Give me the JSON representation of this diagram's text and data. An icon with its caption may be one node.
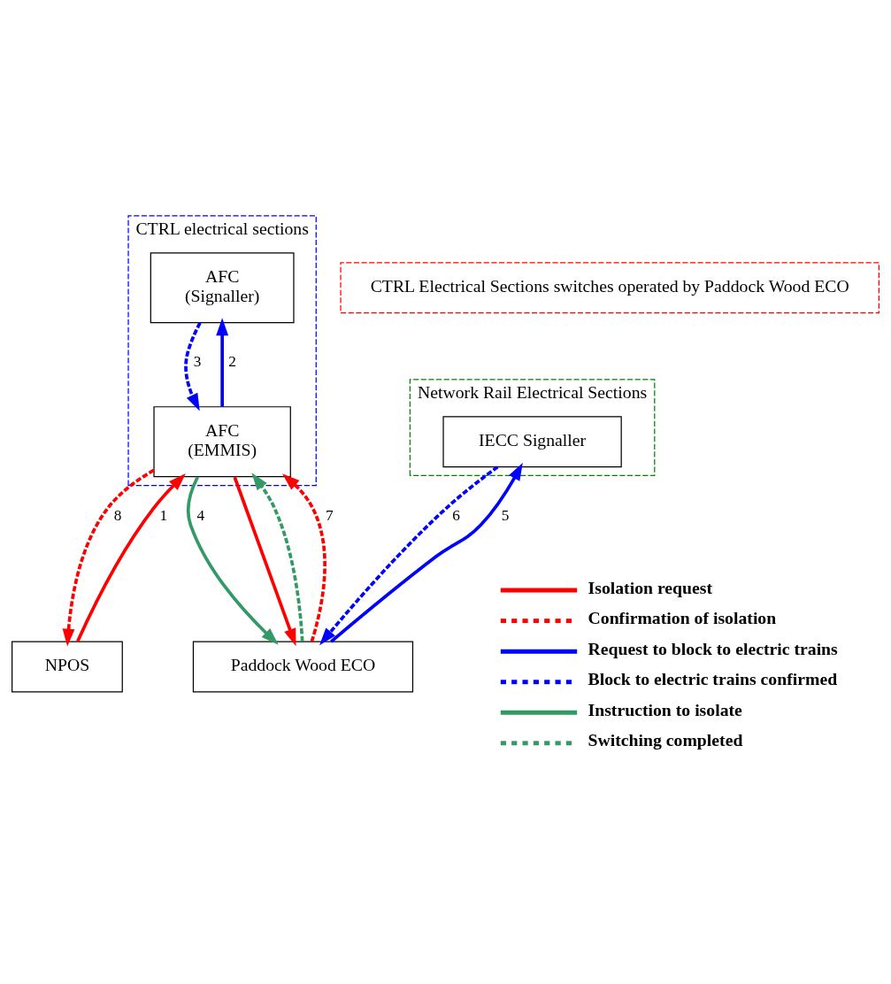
{
  "diagram": {
    "nodes": [
      {
        "text": [
          "CTRL electrical sections"
        ]
      },
      {
        "text": [
          "CTRL Electrical Sections switches operated by Paddock Wood ECO"
        ]
      },
      {
        "text": [
          "Network Rail Electrical Sections"
        ]
      },
      {
        "text": [
          "NPOS"
        ]
      },
      {
        "text": [
          "AFC",
          "(Signaller)"
        ],
        "in": 0
      },
      {
        "text": [
          "AFC",
          "(EMMIS)"
        ],
        "in": 0
      },
      {
        "text": [
          "Paddock Wood ECO"
        ]
      },
      {
        "text": [
          "IECC Signaller"
        ],
        "in": 2
      }
    ],
    "edges": [
      {
        "from": 3,
        "to": 5,
        "arrow": "to",
        "label": "1",
        "color": "#ff0000"
      },
      {
        "from": 5,
        "to": 3,
        "arrow": "to",
        "label": "8",
        "style": "dashed",
        "color": "#ff0000"
      },
      {
        "from": 5,
        "to": 4,
        "arrow": "to",
        "label": "2",
        "color": "#0000ff"
      },
      {
        "from": 4,
        "to": 5,
        "arrow": "to",
        "label": "3",
        "style": "dashed",
        "color": "#0000ff"
      },
      {
        "from": 5,
        "to": 6,
        "arrow": "to",
        "label": "4",
        "color": "#339966"
      },
      {
        "from": 5,
        "to": 6,
        "arrow": "to",
        "color": "#ff0000"
      },
      {
        "from": 6,
        "to": 5,
        "arrow": "to",
        "style": "dashed",
        "color": "#339966"
      },
      {
        "from": 6,
        "to": 5,
        "arrow": "to",
        "label": "7",
        "style": "dashed",
        "color": "#ff0000"
      },
      {
        "from": 6,
        "to": 7,
        "arrow": "to",
        "label": "5",
        "color": "#0000ff"
      },
      {
        "from": 7,
        "to": 6,
        "arrow": "to",
        "label": "6",
        "style": "dashed",
        "color": "#0000ff"
      }
    ],
    "legend": [
      {
        "text": "Isolation request"
      },
      {
        "text": "Confirmation of isolation"
      },
      {
        "text": "Request to block to electric trains"
      },
      {
        "text": "Block to electric trains confirmed"
      },
      {
        "text": "Instruction to isolate"
      },
      {
        "text": "Switching completed"
      }
    ]
  }
}
